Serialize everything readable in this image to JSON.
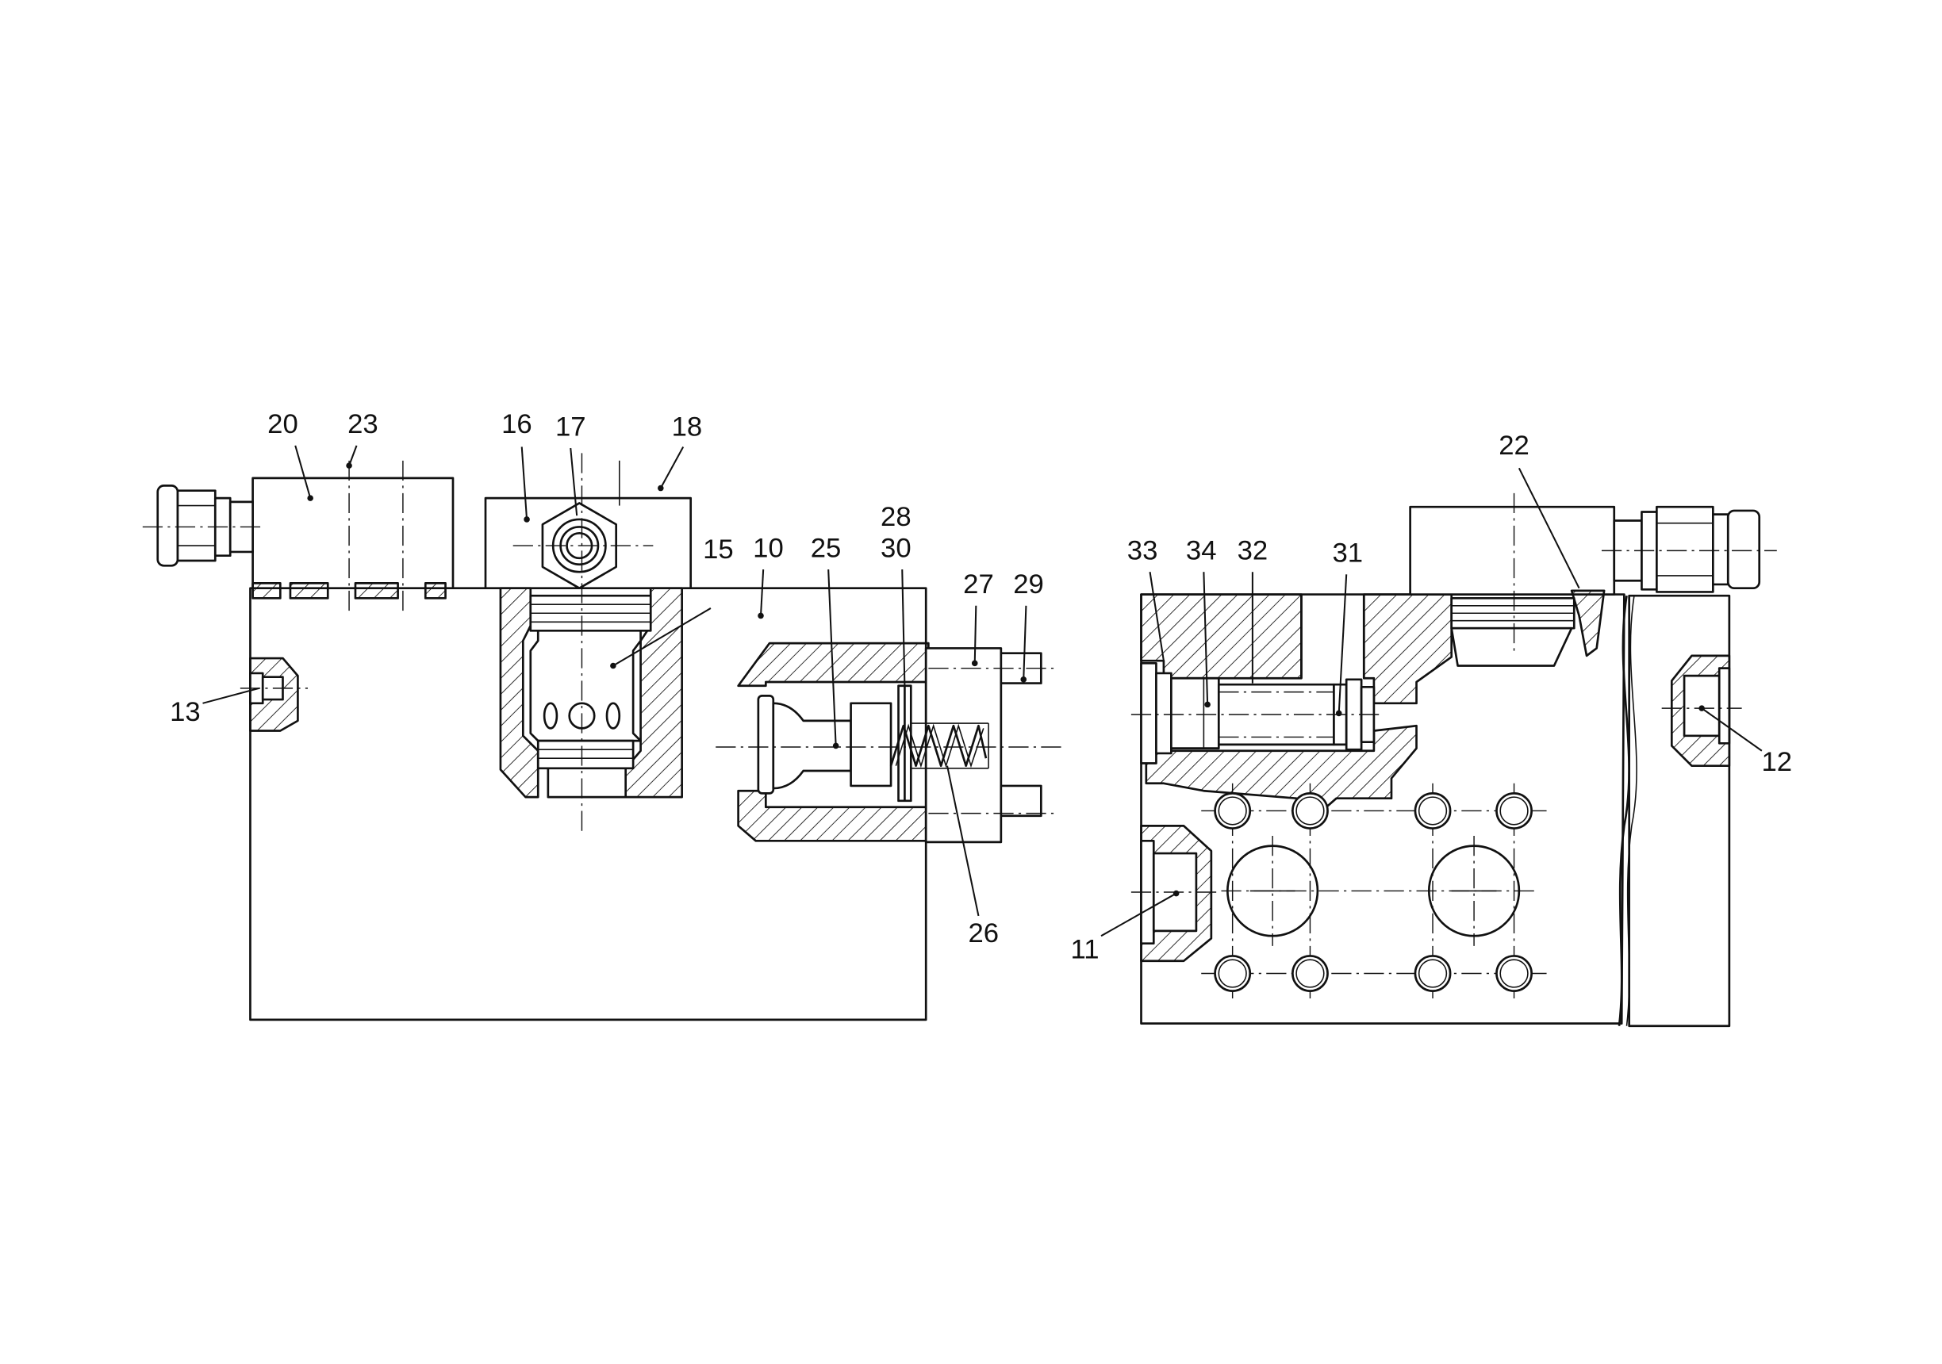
{
  "colors": {
    "ink": "#111111",
    "paper": "#ffffff"
  },
  "labels": {
    "p10": "10",
    "p11": "11",
    "p12": "12",
    "p13": "13",
    "p15": "15",
    "p16": "16",
    "p17": "17",
    "p18": "18",
    "p20": "20",
    "p22": "22",
    "p23": "23",
    "p25": "25",
    "p26": "26",
    "p27": "27",
    "p28": "28",
    "p29": "29",
    "p30": "30",
    "p31": "31",
    "p32": "32",
    "p33": "33",
    "p34": "34"
  }
}
